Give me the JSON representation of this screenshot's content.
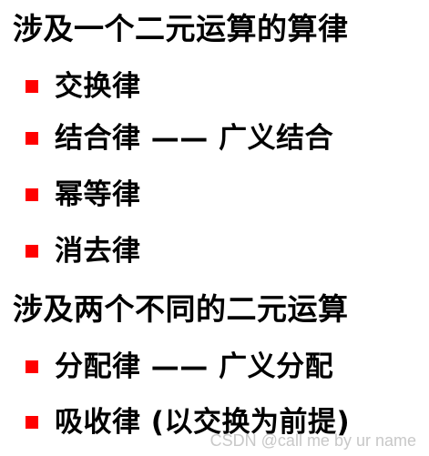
{
  "section1": {
    "heading": "涉及一个二元运算的算律",
    "items": [
      "交换律",
      "结合律 —— 广义结合",
      "幂等律",
      "消去律"
    ]
  },
  "section2": {
    "heading": "涉及两个不同的二元运算",
    "items": [
      "分配律 —— 广义分配",
      "吸收律 (以交换为前提)"
    ]
  },
  "bullet_color": "#ff0000",
  "watermark": "CSDN @call me by ur name"
}
